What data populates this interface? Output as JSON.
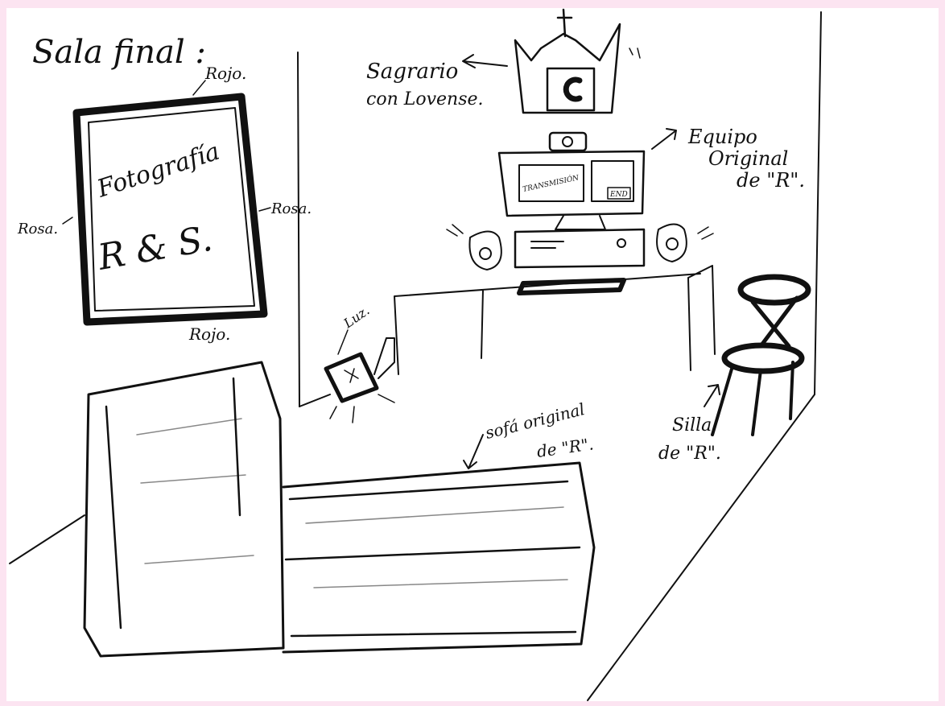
{
  "title": "Sala final :",
  "frame": {
    "text_line1": "Fotografía",
    "text_line2": "R & S.",
    "label_top": "Rojo.",
    "label_bottom": "Rojo.",
    "label_left": "Rosa.",
    "label_right": "Rosa."
  },
  "shrine": {
    "label_line1": "Sagrario",
    "label_line2": "con Lovense."
  },
  "equipment": {
    "label_line1": "Equipo",
    "label_line2": "Original",
    "label_line3": "de \"R\".",
    "screen_text": "TRANSMISIÓN",
    "screen_button": "END"
  },
  "light": {
    "label": "Luz."
  },
  "sofa": {
    "label_line1": "sofá original",
    "label_line2": "de \"R\"."
  },
  "chair": {
    "label_line1": "Silla",
    "label_line2": "de \"R\"."
  },
  "colors": {
    "background": "#fce4f1",
    "paper": "#ffffff",
    "ink": "#111111"
  }
}
